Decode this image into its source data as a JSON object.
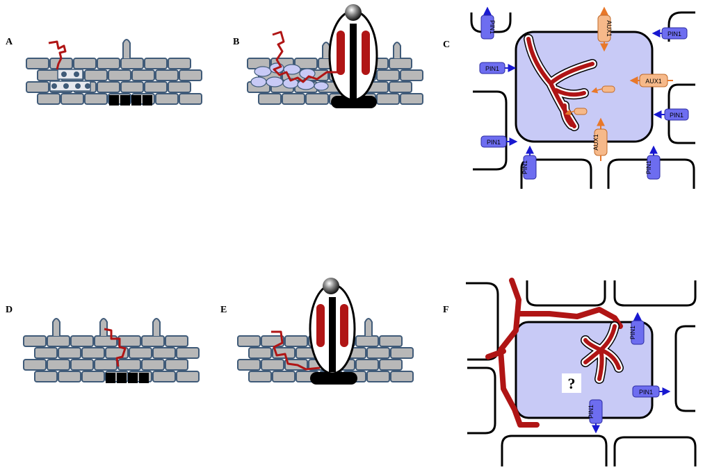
{
  "panels": {
    "A": "A",
    "B": "B",
    "C": "C",
    "D": "D",
    "E": "E",
    "F": "F"
  },
  "transporters": {
    "pin1": "PIN1",
    "aux1": "AUX1"
  },
  "question_mark": "?",
  "colors": {
    "brick_fill": "#b8b8b8",
    "brick_stroke": "#3f5a78",
    "hypha_red": "#b01515",
    "cell_lilac": "#c8caf6",
    "pin_blue": "#6d6df0",
    "aux_orange": "#f6b98a",
    "arrow_blue": "#1818d0",
    "arrow_orange": "#e8782a",
    "cell_wall": "#000000"
  }
}
